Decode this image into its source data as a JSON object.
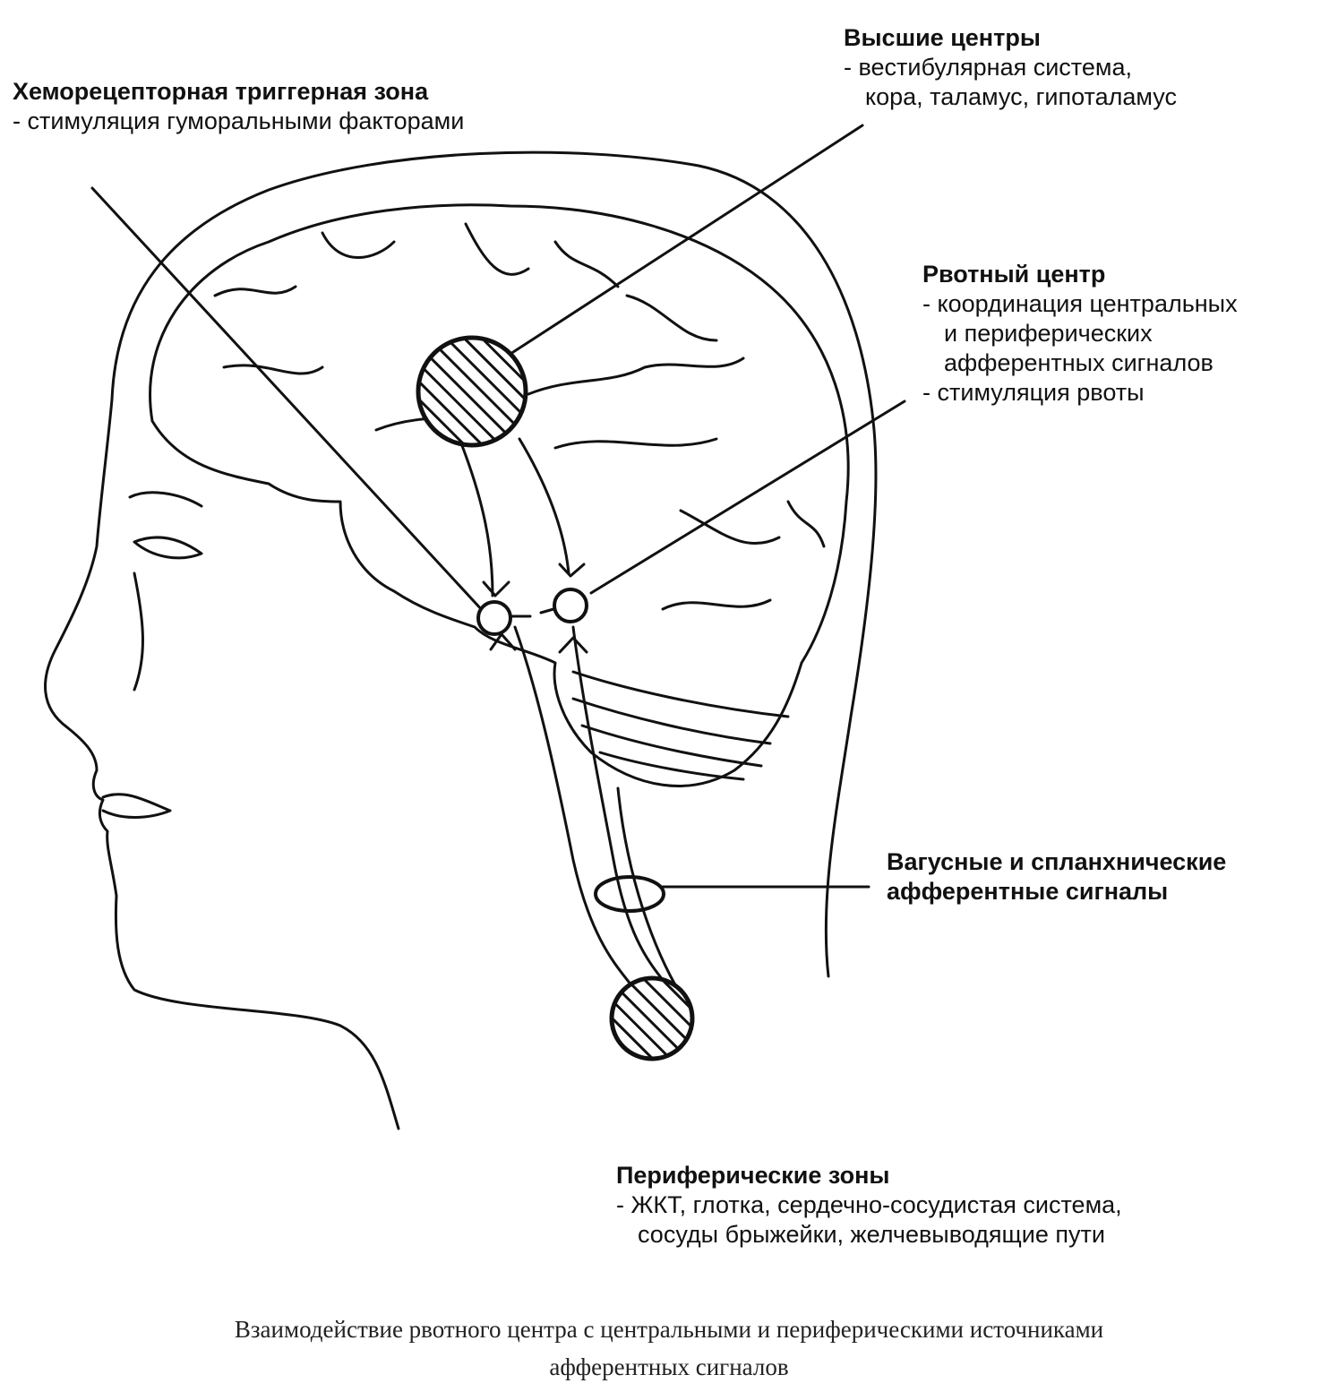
{
  "labels": {
    "chemoreceptor": {
      "title": "Хеморецепторная триггерная зона",
      "lines": [
        "- стимуляция гуморальными факторами"
      ]
    },
    "higher_centers": {
      "title": "Высшие центры",
      "lines": [
        "- вестибулярная система,",
        "кора, таламус, гипоталамус"
      ]
    },
    "vomiting_center": {
      "title": "Рвотный центр",
      "lines": [
        "- координация центральных",
        "и периферических",
        "афферентных сигналов",
        "- стимуляция рвоты"
      ]
    },
    "vagal": {
      "title": "Вагусные и спланхнические",
      "title2": "афферентные сигналы"
    },
    "peripheral": {
      "title": "Периферические зоны",
      "lines": [
        "- ЖКТ, глотка, сердечно-сосудистая система,",
        "сосуды брыжейки, желчевыводящие пути"
      ]
    }
  },
  "caption": {
    "line1": "Взаимодействие рвотного центра с центральными и периферическими источниками",
    "line2": "афферентных сигналов"
  },
  "colors": {
    "ink": "#111111",
    "background": "#ffffff"
  }
}
